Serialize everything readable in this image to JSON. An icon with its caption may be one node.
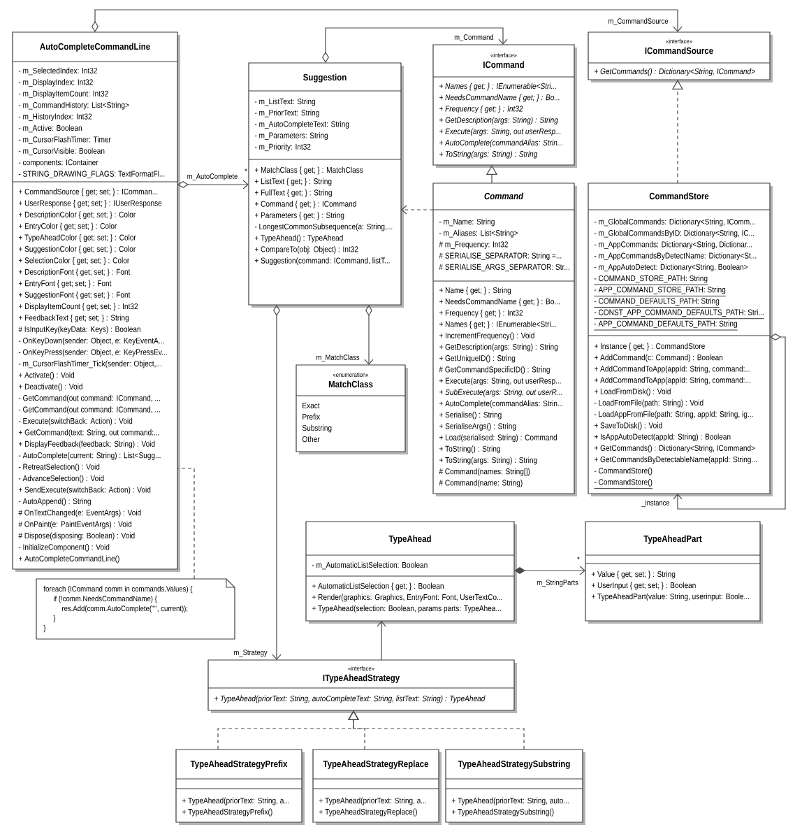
{
  "diagram": {
    "nodes": [
      {
        "text": [
          "AutoCompleteCommandLine",
          "- m_SelectedIndex: Int32",
          "- m_DisplayIndex: Int32",
          "- m_DisplayItemCount: Int32",
          "- m_CommandHistory: List<String>",
          "- m_HistoryIndex: Int32",
          "- m_Active: Boolean",
          "- m_CursorFlashTimer: Timer",
          "- m_CursorVisible: Boolean",
          "- components: IContainer",
          "- STRING_DRAWING_FLAGS: TextFormatFl...",
          "+ CommandSource { get; set; } : IComman...",
          "+ UserResponse { get; set; } : IUserResponse",
          "+ DescriptionColor { get; set; } : Color",
          "+ EntryColor { get; set; } : Color",
          "+ TypeAheadColor { get; set; } : Color",
          "+ SuggestionColor { get; set; } : Color",
          "+ SelectionColor { get; set; } : Color",
          "+ DescriptionFont { get; set; } : Font",
          "+ EntryFont { get; set; } : Font",
          "+ SuggestionFont { get; set; } : Font",
          "+ DisplayItemCount { get; set; } : Int32",
          "+ FeedbackText { get; set; } : String",
          "# IsInputKey(keyData: Keys) : Boolean",
          "- OnKeyDown(sender: Object, e: KeyEventA...",
          "- OnKeyPress(sender: Object, e: KeyPressEv...",
          "- m_CursorFlashTimer_Tick(sender: Object,...",
          "+ Activate() : Void",
          "+ Deactivate() : Void",
          "- GetCommand(out command: ICommand, ...",
          "- GetCommand(out command: ICommand, ...",
          "- Execute(switchBack: Action) : Void",
          "+ GetCommand(text: String, out command:...",
          "+ DisplayFeedback(feedback: String) : Void",
          "- AutoComplete(current: String) : List<Sugg...",
          "- RetreatSelection() : Void",
          "- AdvanceSelection() : Void",
          "+ SendExecute(switchBack: Action) : Void",
          "- AutoAppend() : String",
          "# OnTextChanged(e: EventArgs) : Void",
          "# OnPaint(e: PaintEventArgs) : Void",
          "# Dispose(disposing: Boolean) : Void",
          "- InitializeComponent() : Void",
          "+ AutoCompleteCommandLine()"
        ]
      },
      {
        "text": [
          "Suggestion",
          "- m_ListText: String",
          "- m_PriorText: String",
          "- m_AutoCompleteText: String",
          "- m_Parameters: String",
          "- m_Priority: Int32",
          "+ MatchClass { get; } : MatchClass",
          "+ ListText { get; } : String",
          "+ FullText { get; } : String",
          "+ Command { get; } : ICommand",
          "+ Parameters { get; } : String",
          "- LongestCommonSubsequence(a: String,...",
          "+ TypeAhead() : TypeAhead",
          "+ CompareTo(obj: Object) : Int32",
          "+ Suggestion(command: ICommand, listT..."
        ]
      },
      {
        "text": [
          "«interface»",
          "ICommand",
          "+ Names { get; } : IEnumerable<Stri...",
          "+ NeedsCommandName { get; } : Bo...",
          "+ Frequency { get; } : Int32",
          "+ GetDescription(args: String) : String",
          "+ Execute(args: String, out userResp...",
          "+ AutoComplete(commandAlias: Strin...",
          "+ ToString(args: String) : String"
        ]
      },
      {
        "text": [
          "«interface»",
          "ICommandSource",
          "+ GetCommands() : Dictionary<String, ICommand>"
        ]
      },
      {
        "text": [
          "Command",
          "- m_Name: String",
          "- m_Aliases: List<String>",
          "# m_Frequency: Int32",
          "# SERIALISE_SEPARATOR: String =...",
          "# SERIALISE_ARGS_SEPARATOR: Str...",
          "+ Name { get; } : String",
          "+ NeedsCommandName { get; } : Bo...",
          "+ Frequency { get; } : Int32",
          "+ Names { get; } : IEnumerable<Stri...",
          "+ IncrementFrequency() : Void",
          "+ GetDescription(args: String) : String",
          "+ GetUniqueID() : String",
          "# GetCommandSpecificID() : String",
          "+ Execute(args: String, out userResp...",
          "+ SubExecute(args: String, out userR...",
          "+ AutoComplete(commandAlias: Strin...",
          "+ Serialise() : String",
          "+ SerialiseArgs() : String",
          "+ Load(serialised: String) : Command",
          "+ ToString() : String",
          "+ ToString(args: String) : String",
          "# Command(names: String[])",
          "# Command(name: String)"
        ]
      },
      {
        "text": [
          "CommandStore",
          "- m_GlobalCommands: Dictionary<String, IComm...",
          "- m_GlobalCommandsByID: Dictionary<String, IC...",
          "- m_AppCommands: Dictionary<String, Dictionar...",
          "- m_AppCommandsByDetectName: Dictionary<St...",
          "- m_AppAutoDetect: Dictionary<String, Boolean>",
          "- COMMAND_STORE_PATH: String",
          "- APP_COMMAND_STORE_PATH: String",
          "- COMMAND_DEFAULTS_PATH: String",
          "- CONST_APP_COMMAND_DEFAULTS_PATH: Stri...",
          "- APP_COMMAND_DEFAULTS_PATH: String",
          "+ Instance { get; } : CommandStore",
          "+ AddCommand(c: Command) : Boolean",
          "+ AddCommandToApp(appId: String, command:...",
          "+ AddCommandToApp(appId: String, command:...",
          "+ LoadFromDisk() : Void",
          "- LoadFromFile(path: String) : Void",
          "- LoadAppFromFile(path: String, appId: String, ig...",
          "+ SaveToDisk() : Void",
          "+ IsAppAutoDetect(appId: String) : Boolean",
          "+ GetCommands() : Dictionary<String, ICommand>",
          "+ GetCommandsByDetectableName(appId: String...",
          "- CommandStore()",
          "- CommandStore()"
        ]
      },
      {
        "text": [
          "«enumeration»",
          "MatchClass",
          "Exact",
          "Prefix",
          "Substring",
          "Other"
        ]
      },
      {
        "text": [
          "foreach (ICommand comm in commands.Values) {",
          "if (!comm.NeedsCommandName) {",
          "res.Add(comm.AutoComplete(\"\", current));",
          "}",
          "}"
        ]
      },
      {
        "text": [
          "TypeAhead",
          "- m_AutomaticListSelection: Boolean",
          "+ AutomaticListSelection { get; } : Boolean",
          "+ Render(graphics: Graphics, EntryFont: Font, UserTextCo...",
          "+ TypeAhead(selection: Boolean, params parts: TypeAhea..."
        ]
      },
      {
        "text": [
          "TypeAheadPart",
          "+ Value { get; set; } : String",
          "+ UserInput { get; set; } : Boolean",
          "+ TypeAheadPart(value: String, userinput: Boole..."
        ]
      },
      {
        "text": [
          "«interface»",
          "ITypeAheadStrategy",
          "+ TypeAhead(priorText: String, autoCompleteText: String, listText: String) : TypeAhead"
        ]
      },
      {
        "text": [
          "TypeAheadStrategyPrefix",
          "+ TypeAhead(priorText: String, a...",
          "+ TypeAheadStrategyPrefix()"
        ]
      },
      {
        "text": [
          "TypeAheadStrategyReplace",
          "+ TypeAhead(priorText: String, a...",
          "+ TypeAheadStrategyReplace()"
        ]
      },
      {
        "text": [
          "TypeAheadStrategySubstring",
          "+ TypeAhead(priorText: String, auto...",
          "+ TypeAheadStrategySubstring()"
        ]
      }
    ],
    "edges": [
      {
        "from": 0,
        "to": 3,
        "arrow": "to",
        "label": "m_CommandSource"
      },
      {
        "from": 0,
        "to": 1,
        "arrow": "to",
        "label": "m_AutoComplete"
      },
      {
        "from": 1,
        "to": 2,
        "arrow": "to",
        "label": "m_Command"
      },
      {
        "from": 1,
        "to": 6,
        "arrow": "to",
        "label": "m_MatchClass"
      },
      {
        "from": 1,
        "to": 10,
        "arrow": "to",
        "label": "m_Strategy"
      },
      {
        "from": 4,
        "to": 2,
        "arrow": "to"
      },
      {
        "from": 4,
        "to": 1,
        "arrow": "to",
        "style": "dashed"
      },
      {
        "from": 5,
        "to": 3,
        "arrow": "to",
        "style": "dashed"
      },
      {
        "from": 5,
        "to": 5,
        "arrow": "to",
        "label": "_instance"
      },
      {
        "from": 8,
        "to": 9,
        "arrow": "to",
        "label": "m_StringParts"
      },
      {
        "from": 10,
        "to": 8,
        "arrow": "to"
      },
      {
        "from": 11,
        "to": 10,
        "arrow": "to",
        "style": "dashed"
      },
      {
        "from": 12,
        "to": 10,
        "arrow": "to",
        "style": "dashed"
      },
      {
        "from": 13,
        "to": 10,
        "arrow": "to",
        "style": "dashed"
      },
      {
        "from": 7,
        "to": 0,
        "arrow": "none",
        "style": "dashed"
      }
    ],
    "labels": [
      "*",
      "*"
    ]
  }
}
